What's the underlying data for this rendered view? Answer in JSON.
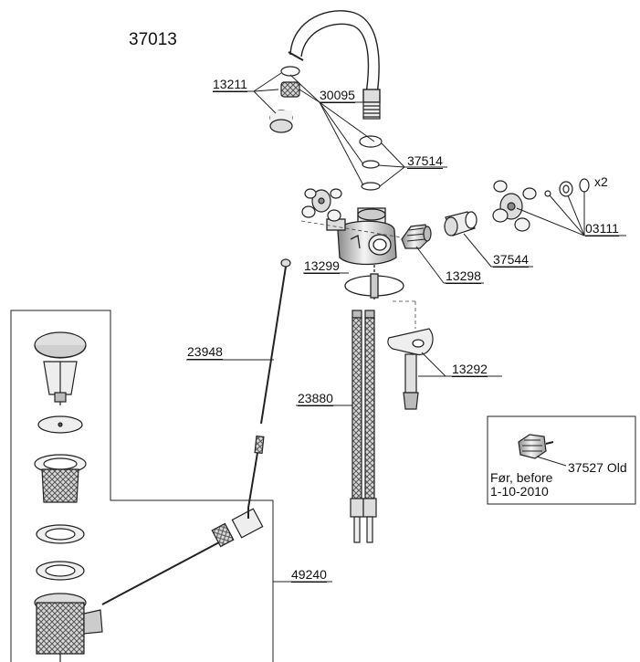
{
  "diagram": {
    "title": "37013",
    "part_labels": {
      "aerator": "13211",
      "aerator_oring": "30095",
      "spout_seals": "37514",
      "handle_parts": "03111",
      "handle_qty": "x2",
      "cartridge": "13298",
      "cartridge_nut": "37544",
      "base_oring": "13299",
      "pull_rod": "23948",
      "fixing_bracket": "13292",
      "hoses": "23880",
      "popup_waste": "49240"
    },
    "inset": {
      "part_label": "37527 Old",
      "note_line1": "Før, before",
      "note_line2": "1-10-2010"
    }
  }
}
